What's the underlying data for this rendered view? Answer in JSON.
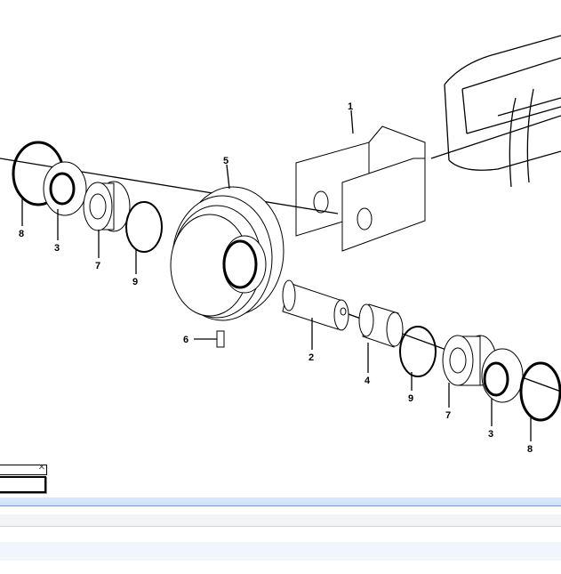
{
  "diagram": {
    "callouts": [
      "1",
      "5",
      "8",
      "3",
      "7",
      "9",
      "6",
      "2",
      "4",
      "9",
      "7",
      "3",
      "8"
    ]
  },
  "popup": {
    "close_icon": "close-icon",
    "field_value": ""
  }
}
